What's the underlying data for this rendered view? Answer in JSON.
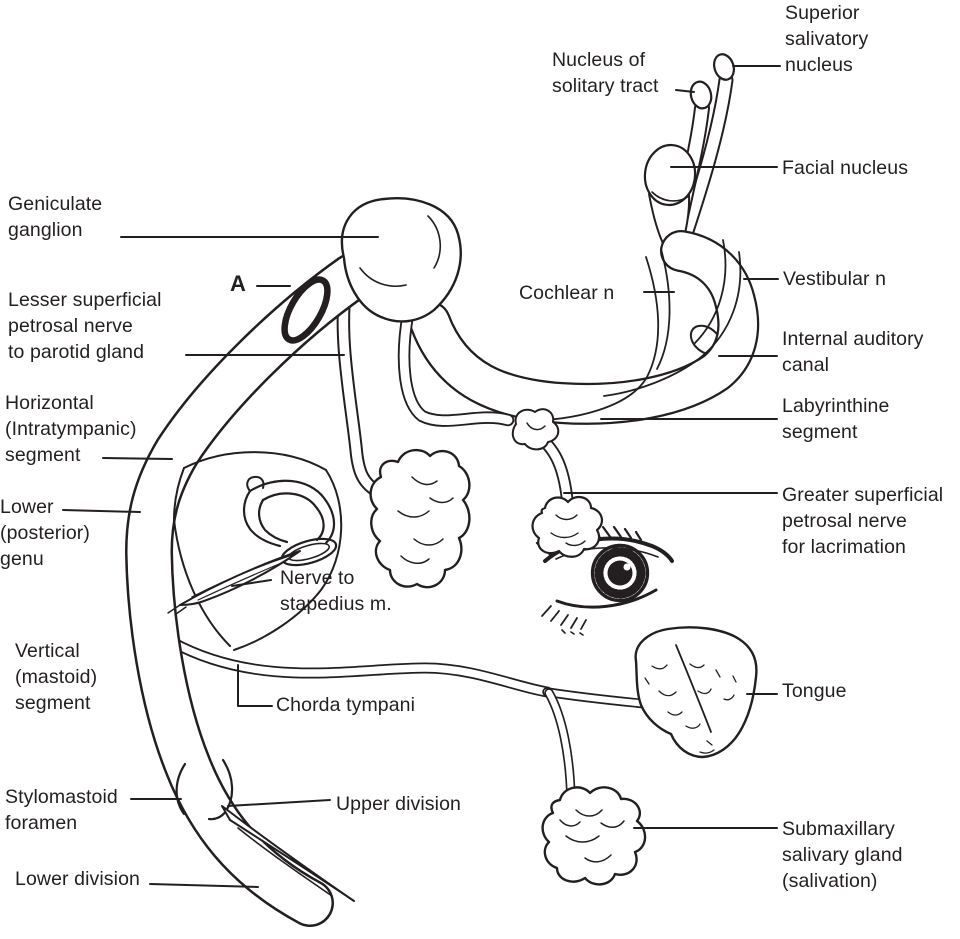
{
  "figure": {
    "subject": "Facial nerve pathway diagram",
    "colors": {
      "line": "#231f20",
      "background": "#ffffff"
    }
  },
  "labels": {
    "superior_salivatory": "Superior\nsalivatory\nnucleus",
    "nucleus_solitary": "Nucleus of\nsolitary tract",
    "facial_nucleus": "Facial nucleus",
    "cochlear_n": "Cochlear n",
    "vestibular_n": "Vestibular n",
    "internal_auditory": "Internal auditory\ncanal",
    "labyrinthine": "Labyrinthine\nsegment",
    "geniculate": "Geniculate\nganglion",
    "marker_a": "A",
    "lesser_petrosal": "Lesser superficial\npetrosal nerve\nto parotid gland",
    "horizontal_segment": "Horizontal\n(Intratympanic)\nsegment",
    "lower_genu": "Lower\n(posterior)\ngenu",
    "nerve_stapedius": "Nerve to\nstapedius m.",
    "vertical_segment": "Vertical\n(mastoid)\nsegment",
    "chorda_tympani": "Chorda tympani",
    "stylomastoid": "Stylomastoid\nforamen",
    "upper_division": "Upper division",
    "lower_division": "Lower division",
    "greater_petrosal": "Greater superficial\npetrosal nerve\nfor lacrimation",
    "tongue": "Tongue",
    "submaxillary": "Submaxillary\nsalivary gland\n(salivation)"
  }
}
